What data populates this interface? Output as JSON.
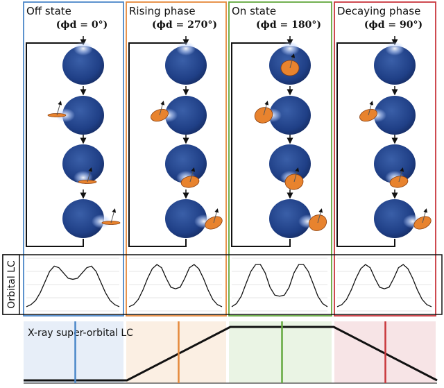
{
  "phases": [
    {
      "title": "Off state",
      "subtitle": "(ϕd = 0°)",
      "phase_deg": "0°",
      "color": "#4a86c8",
      "tint": "#e7eef8",
      "star": "left"
    },
    {
      "title": "Rising phase",
      "subtitle": "(ϕd = 270°)",
      "phase_deg": "270°",
      "color": "#e5893a",
      "tint": "#fbefe3",
      "star": "left"
    },
    {
      "title": "On state",
      "subtitle": "(ϕd = 180°)",
      "phase_deg": "180°",
      "color": "#63a83c",
      "tint": "#eaf4e4",
      "star": "left"
    },
    {
      "title": "Decaying phase",
      "subtitle": "(ϕd = 90°)",
      "phase_deg": "90°",
      "color": "#c9363c",
      "tint": "#f7e4e6",
      "star": "left"
    }
  ],
  "orbital_lc": {
    "label": "Orbital LC",
    "curves": [
      [
        0.08,
        0.12,
        0.2,
        0.35,
        0.55,
        0.75,
        0.85,
        0.82,
        0.72,
        0.62,
        0.6,
        0.62,
        0.72,
        0.82,
        0.85,
        0.75,
        0.55,
        0.35,
        0.2,
        0.12,
        0.08
      ],
      [
        0.08,
        0.12,
        0.22,
        0.4,
        0.62,
        0.8,
        0.88,
        0.82,
        0.62,
        0.45,
        0.42,
        0.45,
        0.62,
        0.82,
        0.88,
        0.8,
        0.62,
        0.4,
        0.22,
        0.12,
        0.08
      ],
      [
        0.08,
        0.14,
        0.28,
        0.52,
        0.75,
        0.88,
        0.88,
        0.72,
        0.45,
        0.3,
        0.28,
        0.3,
        0.45,
        0.72,
        0.88,
        0.88,
        0.75,
        0.52,
        0.28,
        0.14,
        0.08
      ],
      [
        0.08,
        0.12,
        0.22,
        0.4,
        0.62,
        0.8,
        0.88,
        0.82,
        0.62,
        0.45,
        0.42,
        0.45,
        0.62,
        0.82,
        0.88,
        0.8,
        0.62,
        0.4,
        0.22,
        0.12,
        0.08
      ]
    ]
  },
  "superorbital_lc": {
    "label": "X-ray super-orbital LC",
    "profile": [
      [
        0,
        0.0
      ],
      [
        0.25,
        0.0
      ],
      [
        0.5,
        1.0
      ],
      [
        0.75,
        1.0
      ],
      [
        1.0,
        0.0
      ]
    ],
    "markers": [
      0.125,
      0.375,
      0.625,
      0.875
    ]
  }
}
